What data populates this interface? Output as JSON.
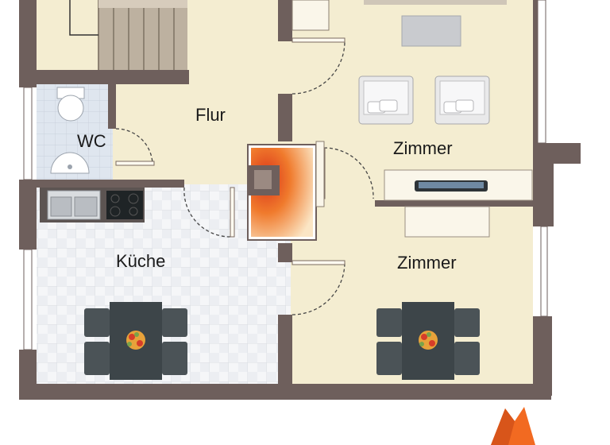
{
  "rooms": {
    "flur": "Flur",
    "wc": "WC",
    "kueche": "Küche",
    "zimmer_top": "Zimmer",
    "zimmer_bottom": "Zimmer"
  },
  "colors": {
    "wall": "#6e5f5c",
    "floor_warm": "#f4edd1",
    "tile": "#e6e8ec",
    "tile_alt": "#f2f3f6",
    "furniture_dark": "#3d4549",
    "stove_glow": "#e8632a",
    "accent_arrow": "#f26a21"
  },
  "icons": [
    "staircase",
    "toilet",
    "washbasin",
    "kitchen-sink",
    "cooktop",
    "stove",
    "armchair",
    "coffee-table",
    "tv-sideboard",
    "dining-table",
    "flower-bowl",
    "door-swing",
    "north-arrow"
  ]
}
